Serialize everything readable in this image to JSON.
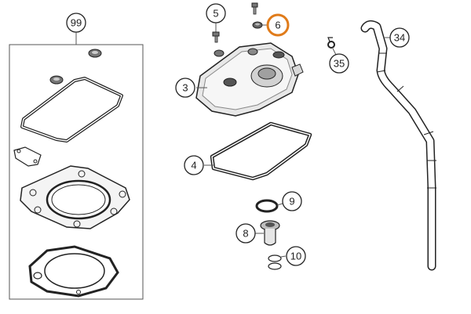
{
  "callouts": [
    {
      "id": "c99",
      "label": "99",
      "highlight": false
    },
    {
      "id": "c5",
      "label": "5",
      "highlight": false
    },
    {
      "id": "c6",
      "label": "6",
      "highlight": true
    },
    {
      "id": "c3",
      "label": "3",
      "highlight": false
    },
    {
      "id": "c4",
      "label": "4",
      "highlight": false
    },
    {
      "id": "c34",
      "label": "34",
      "highlight": false
    },
    {
      "id": "c35",
      "label": "35",
      "highlight": false
    },
    {
      "id": "c9",
      "label": "9",
      "highlight": false
    },
    {
      "id": "c8",
      "label": "8",
      "highlight": false
    },
    {
      "id": "c10",
      "label": "10",
      "highlight": false
    }
  ],
  "colors": {
    "line": "#222222",
    "highlight": "#e07b1a",
    "fill_light": "#f4f4f4",
    "fill_mid": "#d9d9d9",
    "fill_dark": "#9a9a9a"
  }
}
